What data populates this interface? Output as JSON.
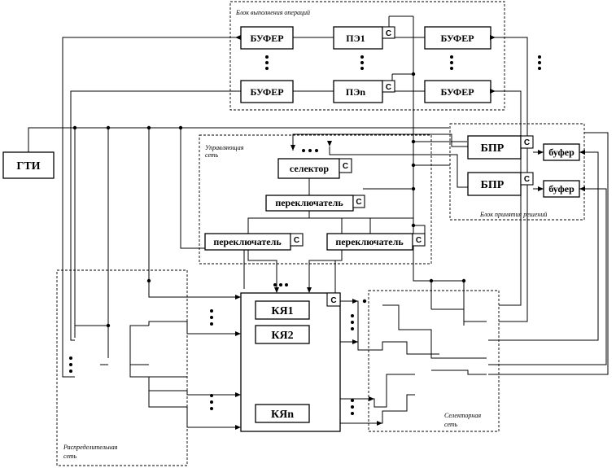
{
  "labels": {
    "buffer": "БУФЕР",
    "pe1": "ПЭ1",
    "pen": "ПЭn",
    "clock": "С",
    "gti": "ГТИ",
    "bpr": "БПР",
    "buf_small": "буфер",
    "selector": "селектор",
    "switch": "переключатель",
    "cell1": "КЯ1",
    "cell2": "КЯ2",
    "celln": "КЯn",
    "block_ops": "Блок выполнения операций",
    "control_net_1": "Управляющая",
    "control_net_2": "сеть",
    "block_decisions": "Блок принятия решений",
    "distrib_net_1": "Распределительная",
    "distrib_net_2": "сеть",
    "selector_net_1": "Селекторная",
    "selector_net_2": "сеть"
  }
}
